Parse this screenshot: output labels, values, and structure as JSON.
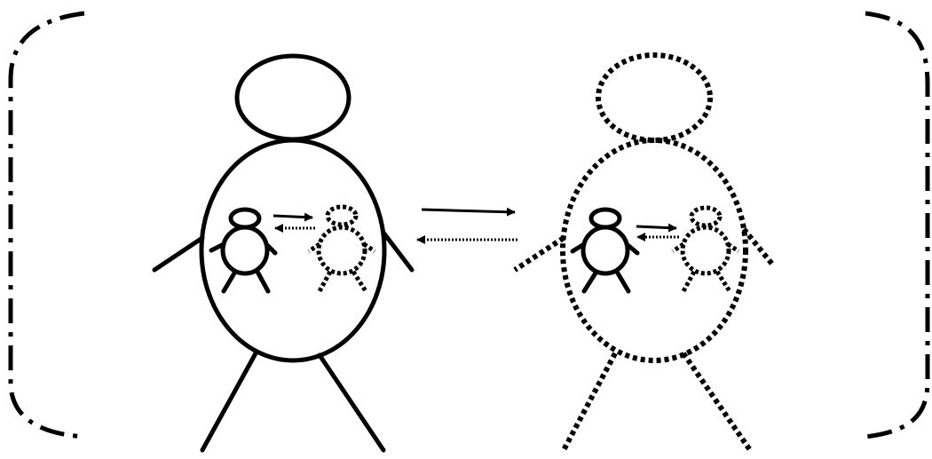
{
  "diagram": {
    "description_hidden": "",
    "colors": {
      "background": "#ffffff",
      "ink": "#000000"
    },
    "figures": [
      {
        "id": "large-solid",
        "style": "solid"
      },
      {
        "id": "large-dotted",
        "style": "dotted"
      }
    ],
    "inner_figures": [
      {
        "id": "small-solid",
        "style": "solid"
      },
      {
        "id": "small-dotted",
        "style": "dotted"
      }
    ],
    "arrows": [
      {
        "id": "forward",
        "style": "solid",
        "direction": "right"
      },
      {
        "id": "backward",
        "style": "dotted",
        "direction": "left"
      }
    ],
    "bracket_style": "dash-dot"
  }
}
